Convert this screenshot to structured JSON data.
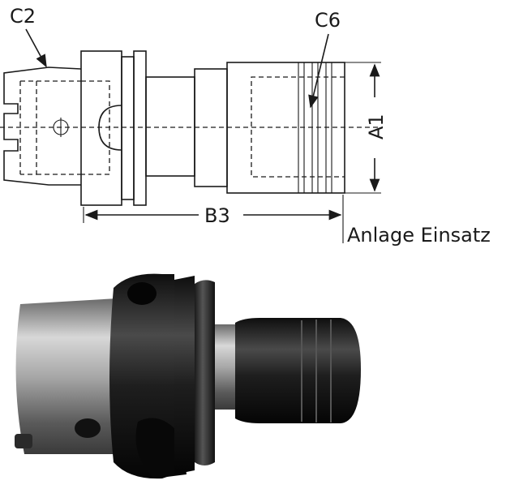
{
  "drawing": {
    "labels": {
      "c2": "C2",
      "c6": "C6",
      "a1": "A1",
      "b3": "B3",
      "anlage": "Anlage Einsatz"
    }
  },
  "photo": {
    "colors": {
      "steel": "#9a9a9a",
      "black": "#1e1e1e"
    }
  }
}
